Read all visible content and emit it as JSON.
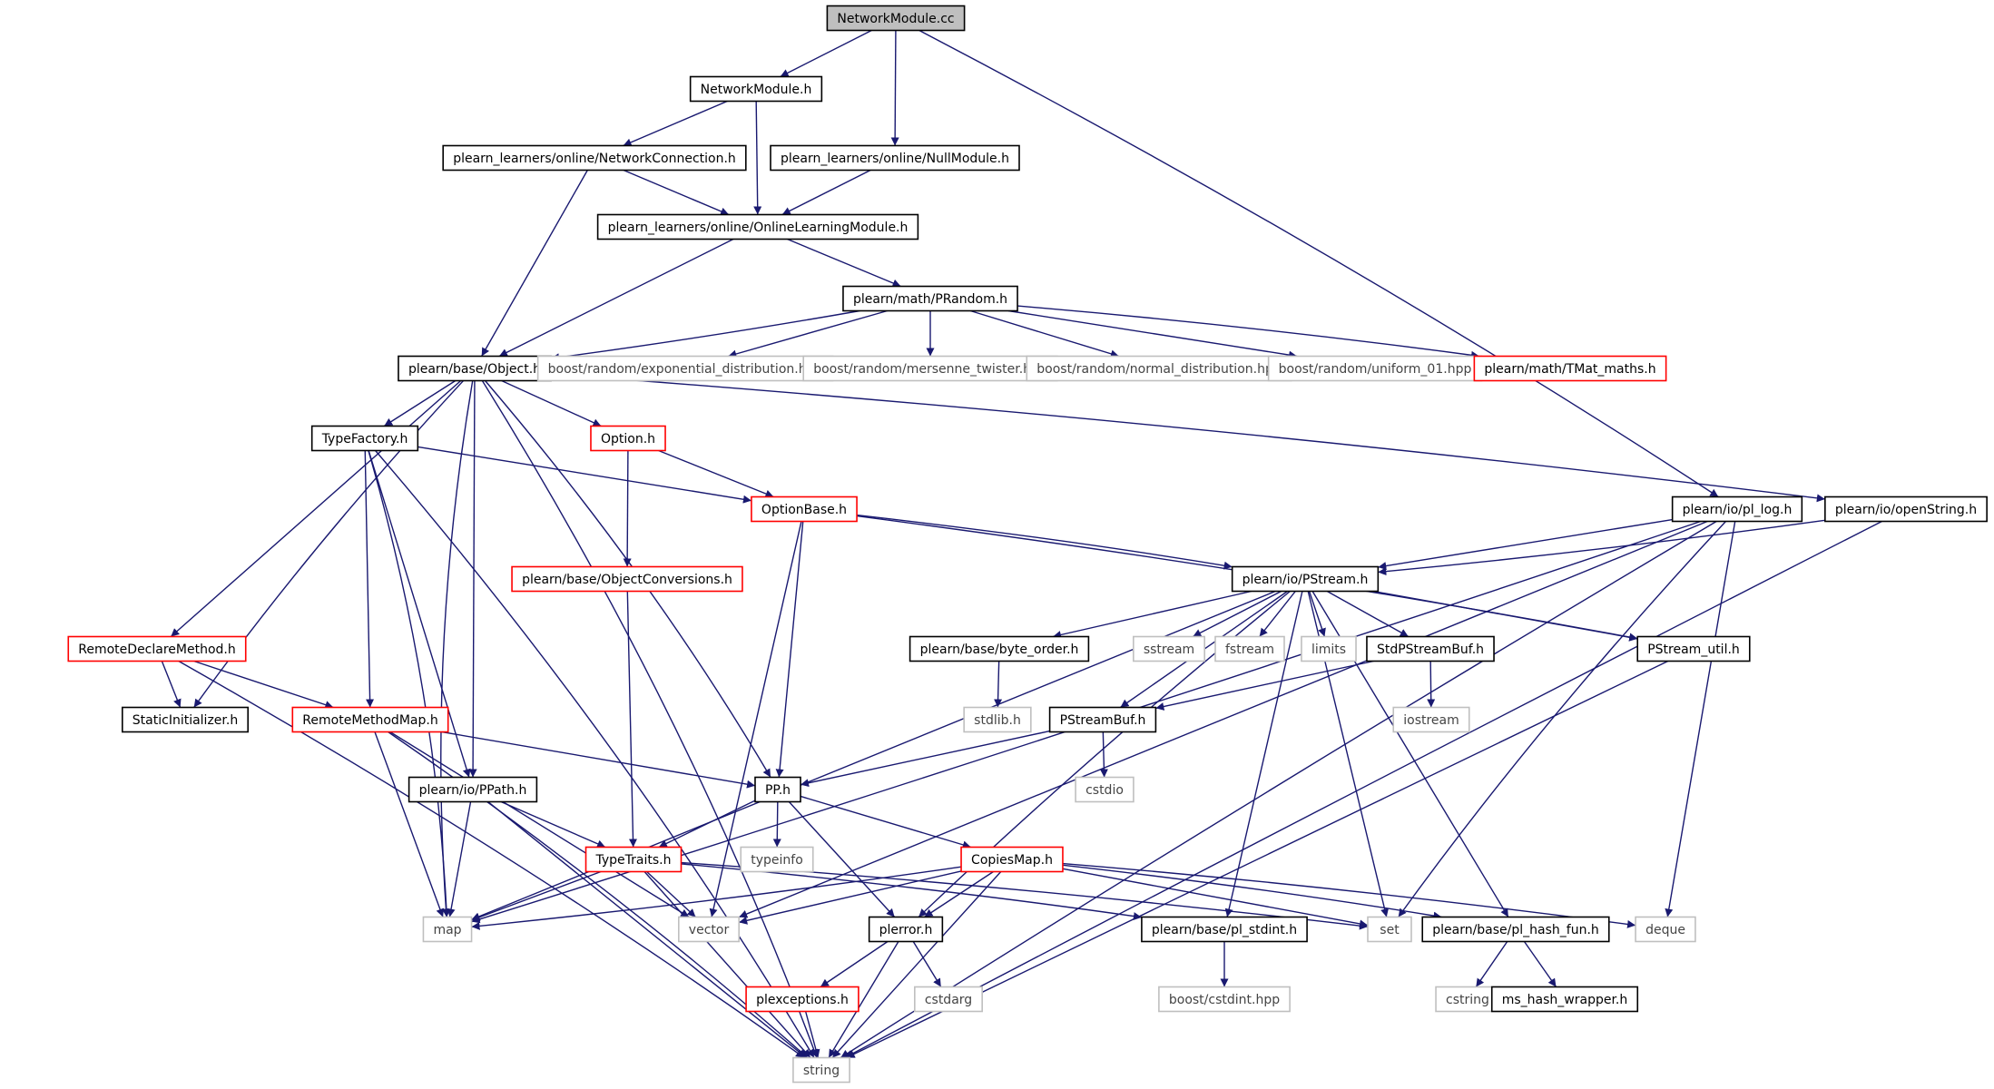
{
  "nodes": [
    {
      "id": "networkmodule_cc",
      "label": "NetworkModule.cc",
      "style": "root"
    },
    {
      "id": "networkmodule_h",
      "label": "NetworkModule.h",
      "style": "normal"
    },
    {
      "id": "networkconnection_h",
      "label": "plearn_learners/online/NetworkConnection.h",
      "style": "normal"
    },
    {
      "id": "nullmodule_h",
      "label": "plearn_learners/online/NullModule.h",
      "style": "normal"
    },
    {
      "id": "onlinelearningmodule_h",
      "label": "plearn_learners/online/OnlineLearningModule.h",
      "style": "normal"
    },
    {
      "id": "prandom_h",
      "label": "plearn/math/PRandom.h",
      "style": "normal"
    },
    {
      "id": "object_h",
      "label": "plearn/base/Object.h",
      "style": "normal"
    },
    {
      "id": "exponential_distribution_hpp",
      "label": "boost/random/exponential_distribution.hpp",
      "style": "external"
    },
    {
      "id": "mersenne_twister_hpp",
      "label": "boost/random/mersenne_twister.hpp",
      "style": "external"
    },
    {
      "id": "normal_distribution_hpp",
      "label": "boost/random/normal_distribution.hpp",
      "style": "external"
    },
    {
      "id": "uniform_01_hpp",
      "label": "boost/random/uniform_01.hpp",
      "style": "external"
    },
    {
      "id": "tmat_maths_h",
      "label": "plearn/math/TMat_maths.h",
      "style": "truncated"
    },
    {
      "id": "typefactory_h",
      "label": "TypeFactory.h",
      "style": "normal"
    },
    {
      "id": "option_h",
      "label": "Option.h",
      "style": "truncated"
    },
    {
      "id": "pl_log_h",
      "label": "plearn/io/pl_log.h",
      "style": "normal"
    },
    {
      "id": "openstring_h",
      "label": "plearn/io/openString.h",
      "style": "normal"
    },
    {
      "id": "optionbase_h",
      "label": "OptionBase.h",
      "style": "truncated"
    },
    {
      "id": "objectconversions_h",
      "label": "plearn/base/ObjectConversions.h",
      "style": "truncated"
    },
    {
      "id": "pstream_h",
      "label": "plearn/io/PStream.h",
      "style": "normal"
    },
    {
      "id": "remotedeclaremethod_h",
      "label": "RemoteDeclareMethod.h",
      "style": "truncated"
    },
    {
      "id": "byte_order_h",
      "label": "plearn/base/byte_order.h",
      "style": "normal"
    },
    {
      "id": "sstream",
      "label": "sstream",
      "style": "external"
    },
    {
      "id": "fstream",
      "label": "fstream",
      "style": "external"
    },
    {
      "id": "limits",
      "label": "limits",
      "style": "external"
    },
    {
      "id": "stdpstreambuf_h",
      "label": "StdPStreamBuf.h",
      "style": "normal"
    },
    {
      "id": "pstream_util_h",
      "label": "PStream_util.h",
      "style": "normal"
    },
    {
      "id": "staticinitializer_h",
      "label": "StaticInitializer.h",
      "style": "normal"
    },
    {
      "id": "remotemethodmap_h",
      "label": "RemoteMethodMap.h",
      "style": "truncated"
    },
    {
      "id": "stdlib_h",
      "label": "stdlib.h",
      "style": "external"
    },
    {
      "id": "pstreambuf_h",
      "label": "PStreamBuf.h",
      "style": "normal"
    },
    {
      "id": "iostream",
      "label": "iostream",
      "style": "external"
    },
    {
      "id": "ppath_h",
      "label": "plearn/io/PPath.h",
      "style": "normal"
    },
    {
      "id": "pp_h",
      "label": "PP.h",
      "style": "normal"
    },
    {
      "id": "cstdio",
      "label": "cstdio",
      "style": "external"
    },
    {
      "id": "typetraits_h",
      "label": "TypeTraits.h",
      "style": "truncated"
    },
    {
      "id": "typeinfo",
      "label": "typeinfo",
      "style": "external"
    },
    {
      "id": "copiesmap_h",
      "label": "CopiesMap.h",
      "style": "truncated"
    },
    {
      "id": "map",
      "label": "map",
      "style": "external"
    },
    {
      "id": "vector",
      "label": "vector",
      "style": "external"
    },
    {
      "id": "plerror_h",
      "label": "plerror.h",
      "style": "normal"
    },
    {
      "id": "pl_stdint_h",
      "label": "plearn/base/pl_stdint.h",
      "style": "normal"
    },
    {
      "id": "set",
      "label": "set",
      "style": "external"
    },
    {
      "id": "pl_hash_fun_h",
      "label": "plearn/base/pl_hash_fun.h",
      "style": "normal"
    },
    {
      "id": "deque",
      "label": "deque",
      "style": "external"
    },
    {
      "id": "plexceptions_h",
      "label": "plexceptions.h",
      "style": "truncated"
    },
    {
      "id": "cstdarg",
      "label": "cstdarg",
      "style": "external"
    },
    {
      "id": "cstdint_hpp",
      "label": "boost/cstdint.hpp",
      "style": "external"
    },
    {
      "id": "cstring",
      "label": "cstring",
      "style": "external"
    },
    {
      "id": "ms_hash_wrapper_h",
      "label": "ms_hash_wrapper.h",
      "style": "normal"
    },
    {
      "id": "string",
      "label": "string",
      "style": "external"
    }
  ],
  "edges": [
    [
      "networkmodule_cc",
      "networkmodule_h"
    ],
    [
      "networkmodule_cc",
      "nullmodule_h"
    ],
    [
      "networkmodule_cc",
      "pl_log_h"
    ],
    [
      "networkmodule_h",
      "networkconnection_h"
    ],
    [
      "networkmodule_h",
      "onlinelearningmodule_h"
    ],
    [
      "networkconnection_h",
      "onlinelearningmodule_h"
    ],
    [
      "networkconnection_h",
      "object_h"
    ],
    [
      "nullmodule_h",
      "onlinelearningmodule_h"
    ],
    [
      "onlinelearningmodule_h",
      "object_h"
    ],
    [
      "onlinelearningmodule_h",
      "prandom_h"
    ],
    [
      "prandom_h",
      "object_h"
    ],
    [
      "prandom_h",
      "exponential_distribution_hpp"
    ],
    [
      "prandom_h",
      "mersenne_twister_hpp"
    ],
    [
      "prandom_h",
      "normal_distribution_hpp"
    ],
    [
      "prandom_h",
      "uniform_01_hpp"
    ],
    [
      "prandom_h",
      "tmat_maths_h"
    ],
    [
      "object_h",
      "typefactory_h"
    ],
    [
      "object_h",
      "option_h"
    ],
    [
      "object_h",
      "remotedeclaremethod_h"
    ],
    [
      "object_h",
      "staticinitializer_h"
    ],
    [
      "object_h",
      "ppath_h"
    ],
    [
      "object_h",
      "pp_h"
    ],
    [
      "object_h",
      "map"
    ],
    [
      "object_h",
      "string"
    ],
    [
      "object_h",
      "openstring_h"
    ],
    [
      "typefactory_h",
      "optionbase_h"
    ],
    [
      "typefactory_h",
      "remotemethodmap_h"
    ],
    [
      "typefactory_h",
      "ppath_h"
    ],
    [
      "typefactory_h",
      "map"
    ],
    [
      "typefactory_h",
      "string"
    ],
    [
      "option_h",
      "optionbase_h"
    ],
    [
      "option_h",
      "objectconversions_h"
    ],
    [
      "optionbase_h",
      "pstream_h"
    ],
    [
      "optionbase_h",
      "pp_h"
    ],
    [
      "optionbase_h",
      "vector"
    ],
    [
      "optionbase_h",
      "pstream_util_h"
    ],
    [
      "objectconversions_h",
      "typetraits_h"
    ],
    [
      "pl_log_h",
      "pstream_h"
    ],
    [
      "pl_log_h",
      "map"
    ],
    [
      "pl_log_h",
      "set"
    ],
    [
      "pl_log_h",
      "deque"
    ],
    [
      "pl_log_h",
      "string"
    ],
    [
      "pl_log_h",
      "vector"
    ],
    [
      "openstring_h",
      "pstream_h"
    ],
    [
      "openstring_h",
      "string"
    ],
    [
      "pstream_h",
      "byte_order_h"
    ],
    [
      "pstream_h",
      "sstream"
    ],
    [
      "pstream_h",
      "fstream"
    ],
    [
      "pstream_h",
      "limits"
    ],
    [
      "pstream_h",
      "stdpstreambuf_h"
    ],
    [
      "pstream_h",
      "pstream_util_h"
    ],
    [
      "pstream_h",
      "pstreambuf_h"
    ],
    [
      "pstream_h",
      "map"
    ],
    [
      "pstream_h",
      "plerror_h"
    ],
    [
      "pstream_h",
      "pl_stdint_h"
    ],
    [
      "pstream_h",
      "set"
    ],
    [
      "pstream_h",
      "pl_hash_fun_h"
    ],
    [
      "byte_order_h",
      "stdlib_h"
    ],
    [
      "stdpstreambuf_h",
      "pstreambuf_h"
    ],
    [
      "stdpstreambuf_h",
      "iostream"
    ],
    [
      "pstreambuf_h",
      "pp_h"
    ],
    [
      "pstreambuf_h",
      "cstdio"
    ],
    [
      "pstream_util_h",
      "string"
    ],
    [
      "remotedeclaremethod_h",
      "staticinitializer_h"
    ],
    [
      "remotedeclaremethod_h",
      "remotemethodmap_h"
    ],
    [
      "remotedeclaremethod_h",
      "string"
    ],
    [
      "remotemethodmap_h",
      "pp_h"
    ],
    [
      "remotemethodmap_h",
      "map"
    ],
    [
      "remotemethodmap_h",
      "vector"
    ],
    [
      "remotemethodmap_h",
      "string"
    ],
    [
      "ppath_h",
      "typetraits_h"
    ],
    [
      "ppath_h",
      "map"
    ],
    [
      "ppath_h",
      "string"
    ],
    [
      "pp_h",
      "typetraits_h"
    ],
    [
      "pp_h",
      "typeinfo"
    ],
    [
      "pp_h",
      "copiesmap_h"
    ],
    [
      "pp_h",
      "plerror_h"
    ],
    [
      "typetraits_h",
      "map"
    ],
    [
      "typetraits_h",
      "vector"
    ],
    [
      "typetraits_h",
      "set"
    ],
    [
      "typetraits_h",
      "string"
    ],
    [
      "typetraits_h",
      "pl_stdint_h"
    ],
    [
      "copiesmap_h",
      "map"
    ],
    [
      "copiesmap_h",
      "vector"
    ],
    [
      "copiesmap_h",
      "set"
    ],
    [
      "copiesmap_h",
      "deque"
    ],
    [
      "copiesmap_h",
      "plerror_h"
    ],
    [
      "copiesmap_h",
      "pl_hash_fun_h"
    ],
    [
      "copiesmap_h",
      "string"
    ],
    [
      "plerror_h",
      "plexceptions_h"
    ],
    [
      "plerror_h",
      "cstdarg"
    ],
    [
      "plerror_h",
      "string"
    ],
    [
      "plexceptions_h",
      "string"
    ],
    [
      "pl_stdint_h",
      "cstdint_hpp"
    ],
    [
      "pl_hash_fun_h",
      "cstring"
    ],
    [
      "pl_hash_fun_h",
      "ms_hash_wrapper_h"
    ]
  ],
  "colors": {
    "edge": "#191970",
    "normal_border": "#000000",
    "truncated_border": "#ff0000",
    "external_border": "#bfbfbf",
    "root_fill": "#bfbfbf",
    "text": "#000000"
  }
}
